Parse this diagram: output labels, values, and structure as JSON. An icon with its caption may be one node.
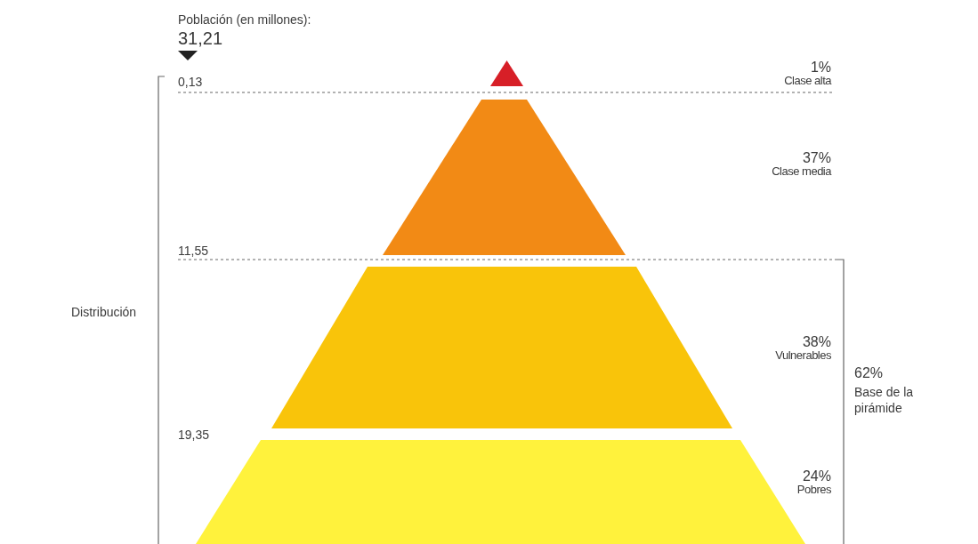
{
  "diagram": {
    "nodes": [
      {
        "text": [],
        "shape": "triangle",
        "beside": [
          "1%",
          "Clase alta"
        ]
      },
      {
        "text": [],
        "shape": "trapezoid",
        "beside": [
          "37%",
          "Clase media"
        ]
      },
      {
        "text": [],
        "shape": "trapezoid",
        "beside": [
          "38%",
          "Vulnerables"
        ]
      },
      {
        "text": [],
        "shape": "trapezoid",
        "beside": [
          "24%",
          "Pobres"
        ]
      }
    ],
    "edges": [],
    "labels": [
      "Población (en millones):",
      "31,21",
      "0,13",
      "11,55",
      "19,35",
      "Distribución",
      "62%",
      "Base de la pirámide"
    ]
  }
}
